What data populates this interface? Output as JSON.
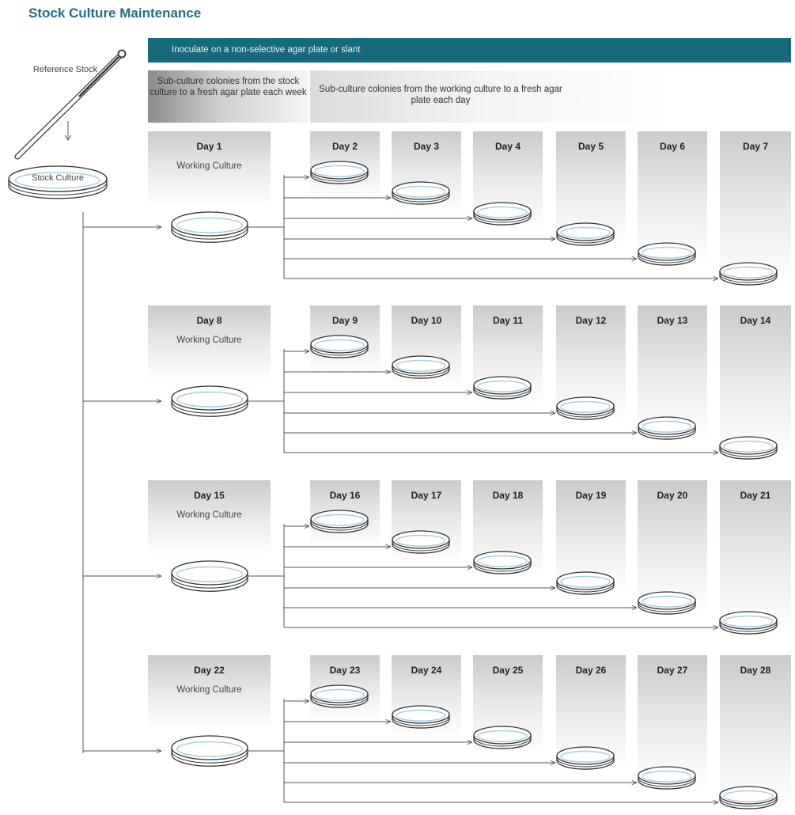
{
  "title": "Stock Culture Maintenance",
  "banner": "Inoculate on a non-selective agar plate or slant",
  "sub_week": "Sub-culture colonies from the stock culture to a fresh agar plate each week",
  "sub_day": "Sub-culture colonies from the working culture to a fresh agar plate each day",
  "reference_stock": "Reference Stock",
  "stock_culture": "Stock Culture",
  "working_culture": "Working Culture",
  "weeks": [
    {
      "days": [
        "Day 1",
        "Day 2",
        "Day 3",
        "Day 4",
        "Day 5",
        "Day 6",
        "Day 7"
      ]
    },
    {
      "days": [
        "Day 8",
        "Day 9",
        "Day 10",
        "Day 11",
        "Day 12",
        "Day 13",
        "Day 14"
      ]
    },
    {
      "days": [
        "Day 15",
        "Day 16",
        "Day 17",
        "Day 18",
        "Day 19",
        "Day 20",
        "Day 21"
      ]
    },
    {
      "days": [
        "Day 22",
        "Day 23",
        "Day 24",
        "Day 25",
        "Day 26",
        "Day 27",
        "Day 28"
      ]
    }
  ],
  "colors": {
    "title": "#1f6d85",
    "banner": "#17697c",
    "agar": "#a9cfe6",
    "line": "#555555"
  }
}
